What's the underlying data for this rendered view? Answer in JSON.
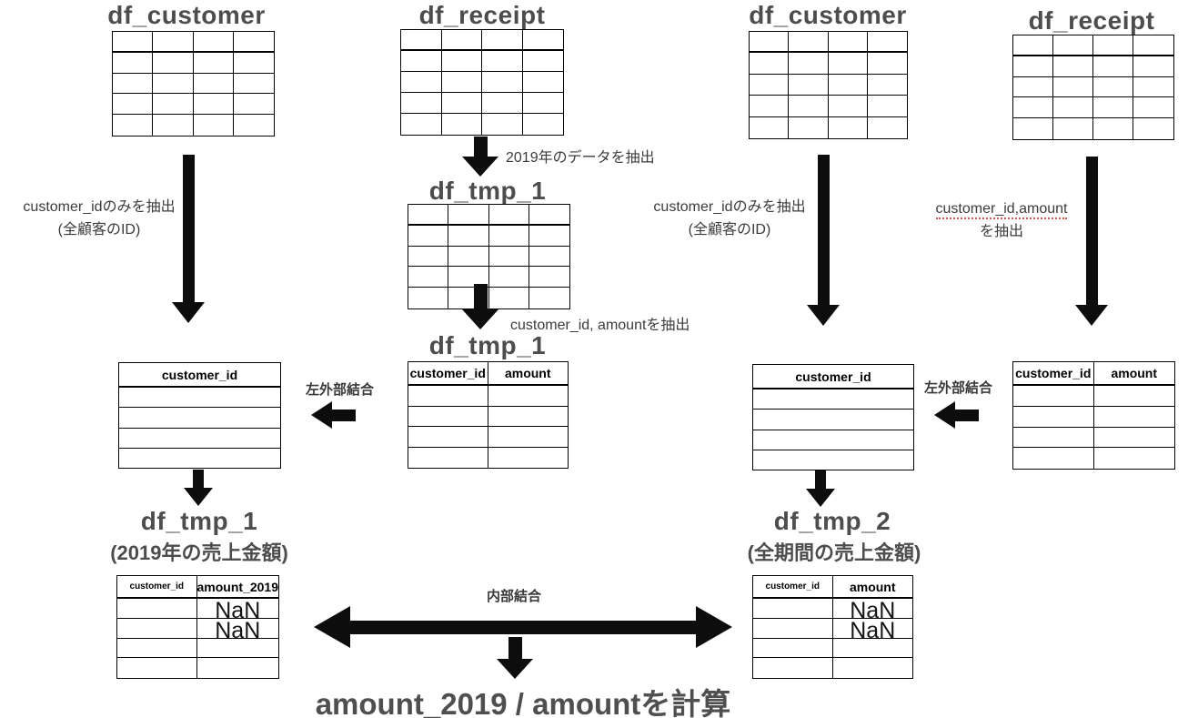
{
  "left_flow": {
    "source_title": "df_customer",
    "extract_note_line1": "customer_idのみを抽出",
    "extract_note_line2": "(全顧客のID)",
    "id_table_header": "customer_id",
    "join_label": "左外部結合",
    "result_title": "df_tmp_1",
    "result_subtitle": "(2019年の売上金額)",
    "result_table": {
      "headers": [
        "customer_id",
        "amount_2019"
      ],
      "rows": [
        [
          "",
          "NaN"
        ],
        [
          "",
          "NaN"
        ],
        [
          "",
          ""
        ],
        [
          "",
          ""
        ]
      ]
    }
  },
  "middle_flow": {
    "source_title": "df_receipt",
    "filter_note": "2019年のデータを抽出",
    "tmp_title": "df_tmp_1",
    "select_note": "customer_id, amountを抽出",
    "selected_title": "df_tmp_1",
    "selected_table_headers": [
      "customer_id",
      "amount"
    ]
  },
  "right_flow": {
    "customer_source_title": "df_customer",
    "customer_extract_note_line1": "customer_idのみを抽出",
    "customer_extract_note_line2": "(全顧客のID)",
    "receipt_source_title": "df_receipt",
    "receipt_extract_note_line1": "customer_id,amount",
    "receipt_extract_note_line2": "を抽出",
    "id_table_header": "customer_id",
    "join_label": "左外部結合",
    "receipt_table_headers": [
      "customer_id",
      "amount"
    ],
    "result_title": "df_tmp_2",
    "result_subtitle": "(全期間の売上金額)",
    "result_table": {
      "headers": [
        "customer_id",
        "amount"
      ],
      "rows": [
        [
          "",
          "NaN"
        ],
        [
          "",
          "NaN"
        ],
        [
          "",
          ""
        ],
        [
          "",
          ""
        ]
      ]
    }
  },
  "bottom": {
    "inner_join_label": "内部結合",
    "formula": "amount_2019 / amountを計算"
  },
  "colors": {
    "title_gray": "#4d4d4d",
    "note_dark": "#3c3c3c",
    "arrow_black": "#0d0d0d",
    "spellcheck_red": "#e0524e"
  }
}
